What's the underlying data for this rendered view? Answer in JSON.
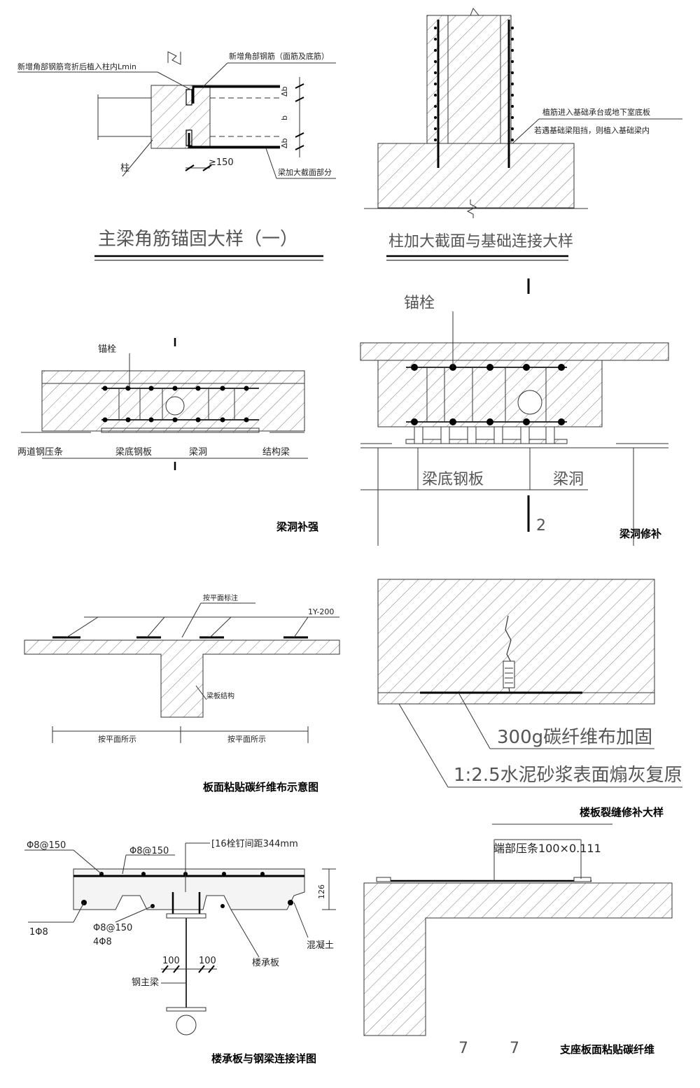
{
  "panels": {
    "p1": {
      "labels": [
        "新增角部钢筋弯折后植入柱内Lmin",
        "新增角部钢筋（面筋及底筋）",
        "柱",
        "≥150",
        "梁加大截面部分",
        "Δb",
        "b",
        "Δb"
      ],
      "title": "主梁角筋锚固大样（一）"
    },
    "p2": {
      "labels": [
        "植筋进入基础承台或地下室底板",
        "若遇基础梁阻挡，则植入基础梁内"
      ],
      "title": "柱加大截面与基础连接大样"
    },
    "p3": {
      "labels": [
        "锚栓",
        "两道钢压条",
        "梁底钢板",
        "梁洞",
        "结构梁"
      ],
      "title": "梁洞补强"
    },
    "p4": {
      "labels": [
        "锚栓",
        "梁底钢板",
        "梁洞",
        "2"
      ],
      "title": "梁洞修补"
    },
    "p5": {
      "labels": [
        "按平面标注",
        "1Y-200",
        "梁板结构",
        "按平面所示",
        "按平面所示"
      ],
      "title": "板面粘贴碳纤维布示意图"
    },
    "p6": {
      "labels": [
        "300g碳纤维布加固",
        "1:2.5水泥砂浆表面煽灰复原"
      ],
      "title": "楼板裂缝修补大样"
    },
    "p7": {
      "labels": [
        "Φ8@150",
        "Φ8@150",
        "[16栓钉间距344mm",
        "126",
        "1Φ8",
        "Φ8@150",
        "4Φ8",
        "混凝土",
        "100",
        "100",
        "楼承板",
        "钢主梁"
      ],
      "title": "楼承板与钢梁连接详图"
    },
    "p8": {
      "labels": [
        "端部压条100×0.111",
        "7",
        "7"
      ],
      "title": "支座板面粘贴碳纤维"
    }
  }
}
